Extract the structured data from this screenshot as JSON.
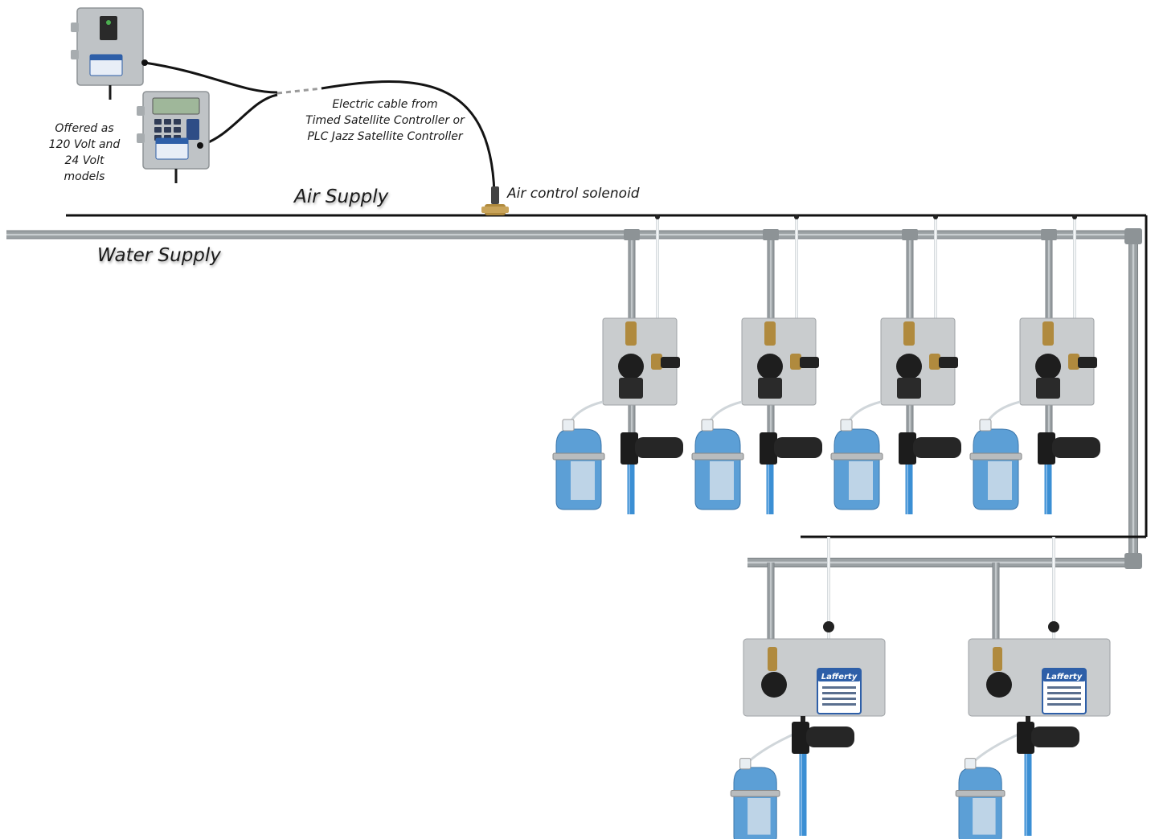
{
  "labels": {
    "offered_as": [
      "Offered as",
      "120 Volt and",
      "24 Volt",
      "models"
    ],
    "cable": [
      "Electric cable from",
      "Timed Satellite Controller or",
      "PLC Jazz Satellite Controller"
    ],
    "air_supply": "Air Supply",
    "water_supply": "Water Supply",
    "solenoid": "Air control solenoid"
  },
  "brand_text": "Lafferty",
  "colors": {
    "air_line": "#111111",
    "water_pipe": "#9aa0a3",
    "water_pipe_edge": "#7b8184",
    "panel": "#c9ccce",
    "chemical": "#5c9fd6",
    "hose": "#3b8fd4",
    "brass": "#b08a3e",
    "controller_box": "#bfc3c6",
    "lcd": "#9fb79a"
  },
  "units": {
    "top_row_count": 4,
    "bottom_row_count": 2
  },
  "icons": [
    "controller-box-icon",
    "controller-box-lcd-icon",
    "solenoid-valve-icon",
    "dispenser-unit-icon",
    "chemical-jug-icon",
    "foam-nozzle-icon"
  ]
}
